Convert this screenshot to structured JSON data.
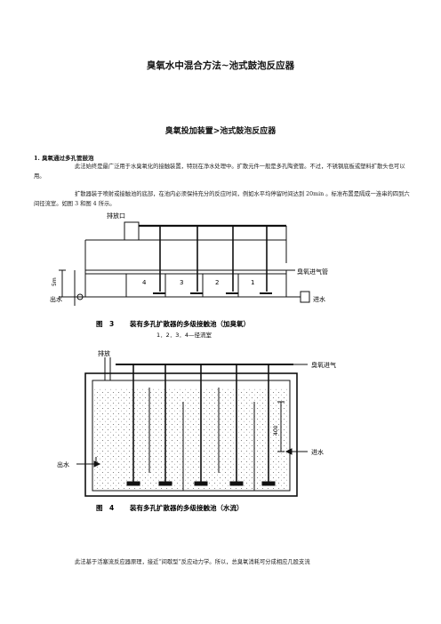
{
  "title": "臭氧水中混合方法~池式鼓泡反应器",
  "section_title": "臭氧投加装置>池式鼓泡反应器",
  "subheading": "1. 臭氧通过多孔管鼓泡",
  "para1": "此法始终是最广泛用于水臭氧化的接触装置，特别在净水处理中。扩散元件一般是多孔陶瓷管。不过，不锈钢底板或塑料扩散头也可以用。",
  "para2": "扩散器装于喷射或接触池的底部，在池内必须保持充分的反应时间，例如水平均停留时间达到 20min 。标准布置是隔成一连串的四到六间径流室。如图 3 和图 4 所示。",
  "para3": "此法基于活塞流反应器原理，接近“间歇型”反应动力学。所以，总臭氧消耗可分成相应几股支流",
  "fig3": {
    "label_exhaust": "排放口",
    "label_ozone_in": "臭氧进气管",
    "label_outlet": "出水",
    "label_inlet": "进水",
    "label_depth": "5m",
    "chambers": [
      "4",
      "3",
      "2",
      "1"
    ],
    "caption_no": "图　3",
    "caption": "装有多孔扩散器的多级接触池（加臭氧）",
    "caption_sub": "1．2．3．4—径流室"
  },
  "fig4": {
    "label_exhaust": "排放",
    "label_ozone_in": "臭氧进气",
    "label_outlet": "出水",
    "label_inlet": "进水",
    "label_depth": "400",
    "caption_no": "图　4",
    "caption": "装有多孔扩散器的多级接触池（水流）"
  }
}
